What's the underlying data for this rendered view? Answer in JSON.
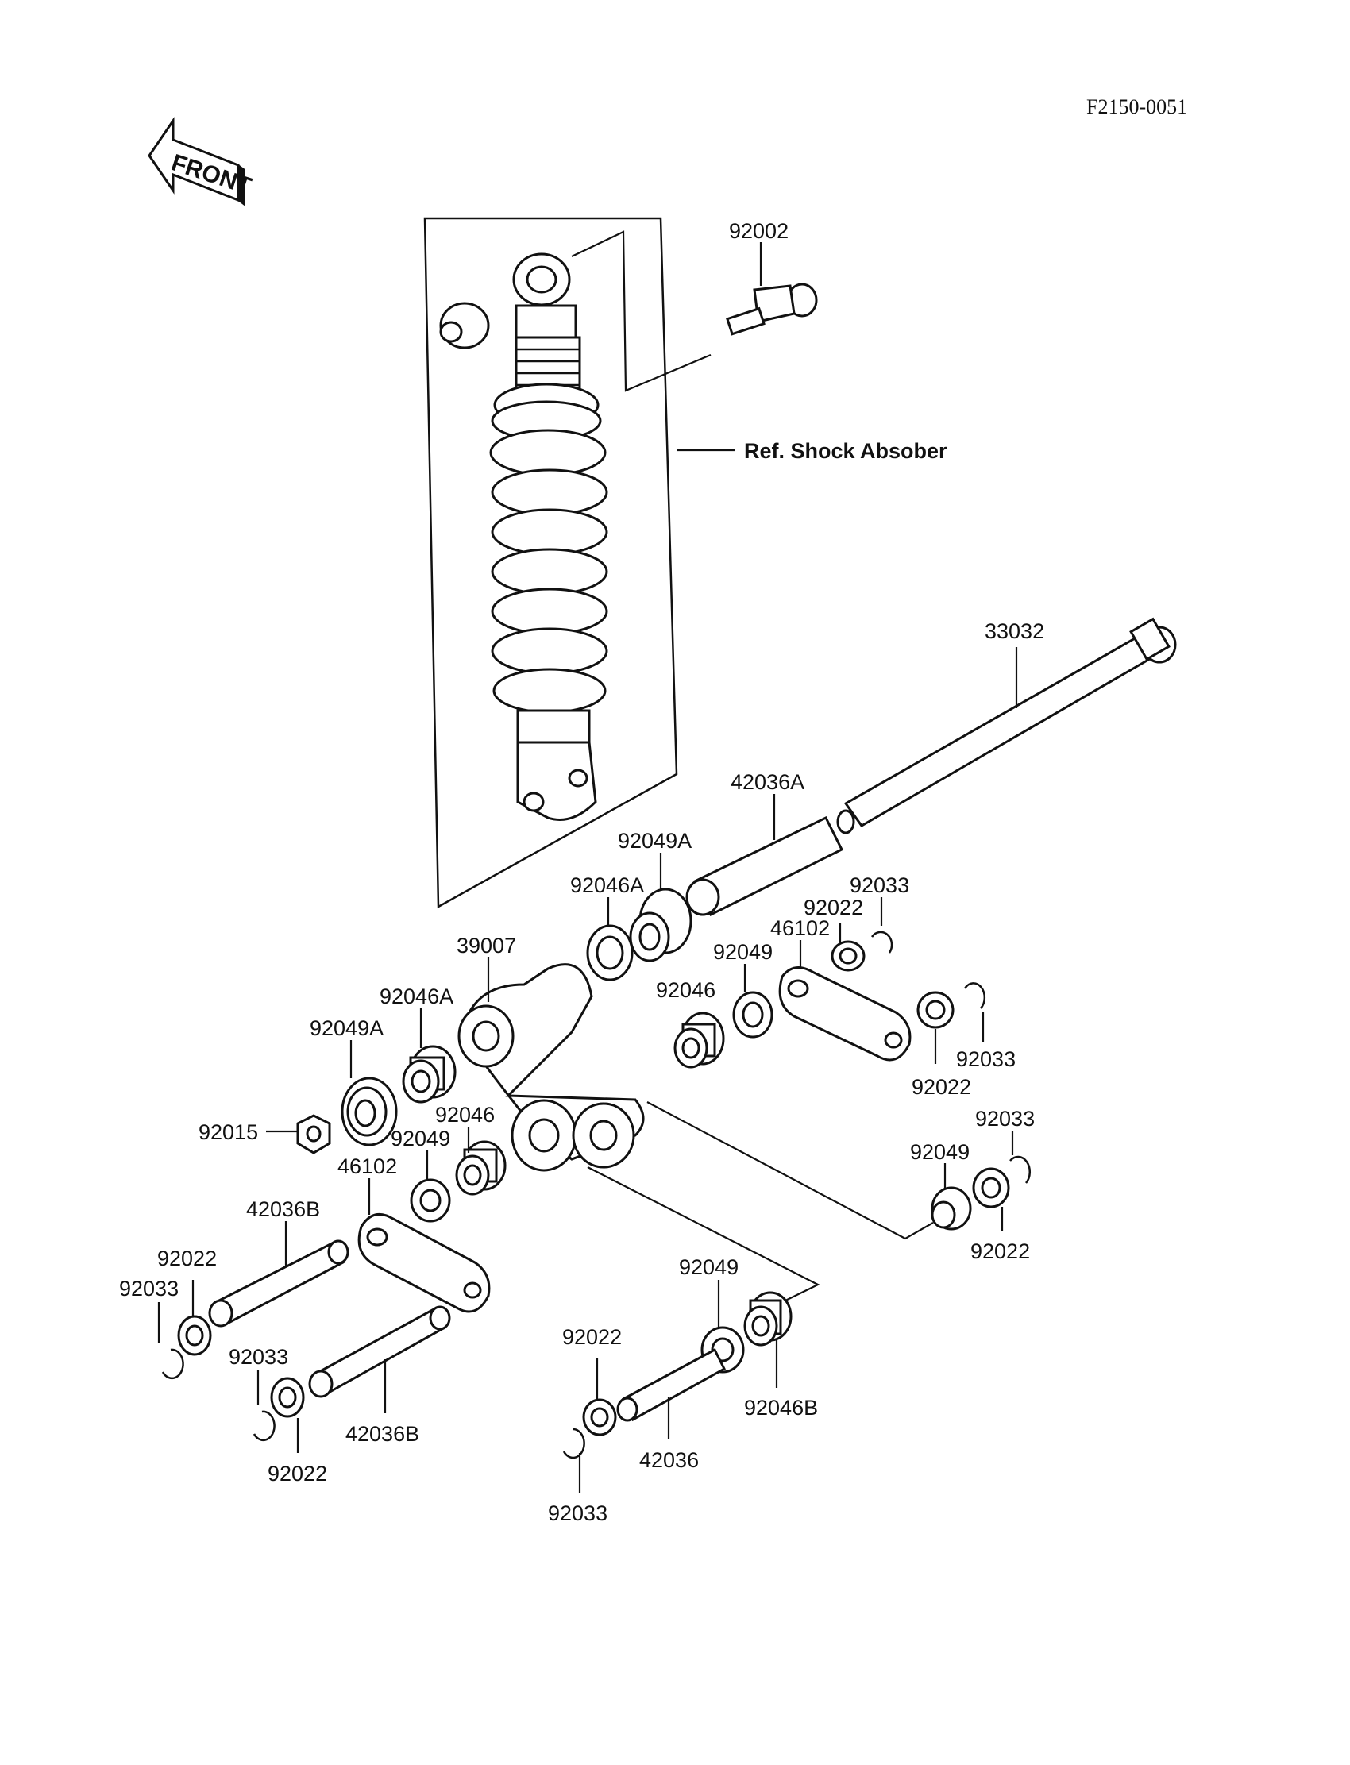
{
  "drawing_code": "F2150-0051",
  "front_label": "FRONT",
  "reference_label": "Ref. Shock Absober",
  "callouts": {
    "c92002": "92002",
    "c33032": "33032",
    "c42036A": "42036A",
    "c92049A_top": "92049A",
    "c92046A_top": "92046A",
    "c92033_top": "92033",
    "c92022_top": "92022",
    "c46102_right": "46102",
    "c92049_mid": "92049",
    "c39007": "39007",
    "c92046_mid": "92046",
    "c92046A_left": "92046A",
    "c92049A_left": "92049A",
    "c92033_r1": "92033",
    "c92022_r1": "92022",
    "c92015": "92015",
    "c92046_left": "92046",
    "c92033_r2": "92033",
    "c92049_left": "92049",
    "c46102_left": "46102",
    "c92049_r2": "92049",
    "c92022_r2": "92022",
    "c42036B_top": "42036B",
    "c92022_l1": "92022",
    "c92033_l1": "92033",
    "c92049_bot": "92049",
    "c92022_bot": "92022",
    "c92033_l2": "92033",
    "c92046B": "92046B",
    "c42036B_bot": "42036B",
    "c92022_l2": "92022",
    "c42036": "42036",
    "c92033_bot": "92033"
  }
}
